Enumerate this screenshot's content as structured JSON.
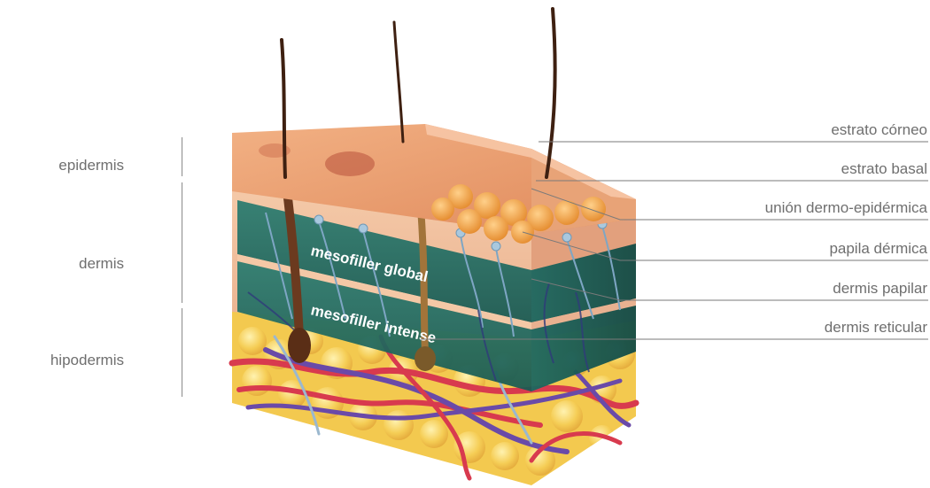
{
  "layers_left": {
    "epidermis": "epidermis",
    "dermis": "dermis",
    "hipodermis": "hipodermis"
  },
  "structures_right": {
    "estrato_corneo": "estrato córneo",
    "estrato_basal": "estrato basal",
    "union": "unión dermo-epidérmica",
    "papila": "papila dérmica",
    "papilar": "dermis papilar",
    "reticular": "dermis reticular"
  },
  "bands": {
    "global": "mesofiller global",
    "intense": "mesofiller intense"
  },
  "colors": {
    "label_text": "#6f6f6f",
    "leader_line": "#7a7a7a",
    "band_teal": "#1f6d64",
    "epidermis_skin": "#e79a6c",
    "fat_yellow": "#f2c44c",
    "artery_red": "#d83a4e",
    "vein_purple": "#6a4aa8"
  }
}
